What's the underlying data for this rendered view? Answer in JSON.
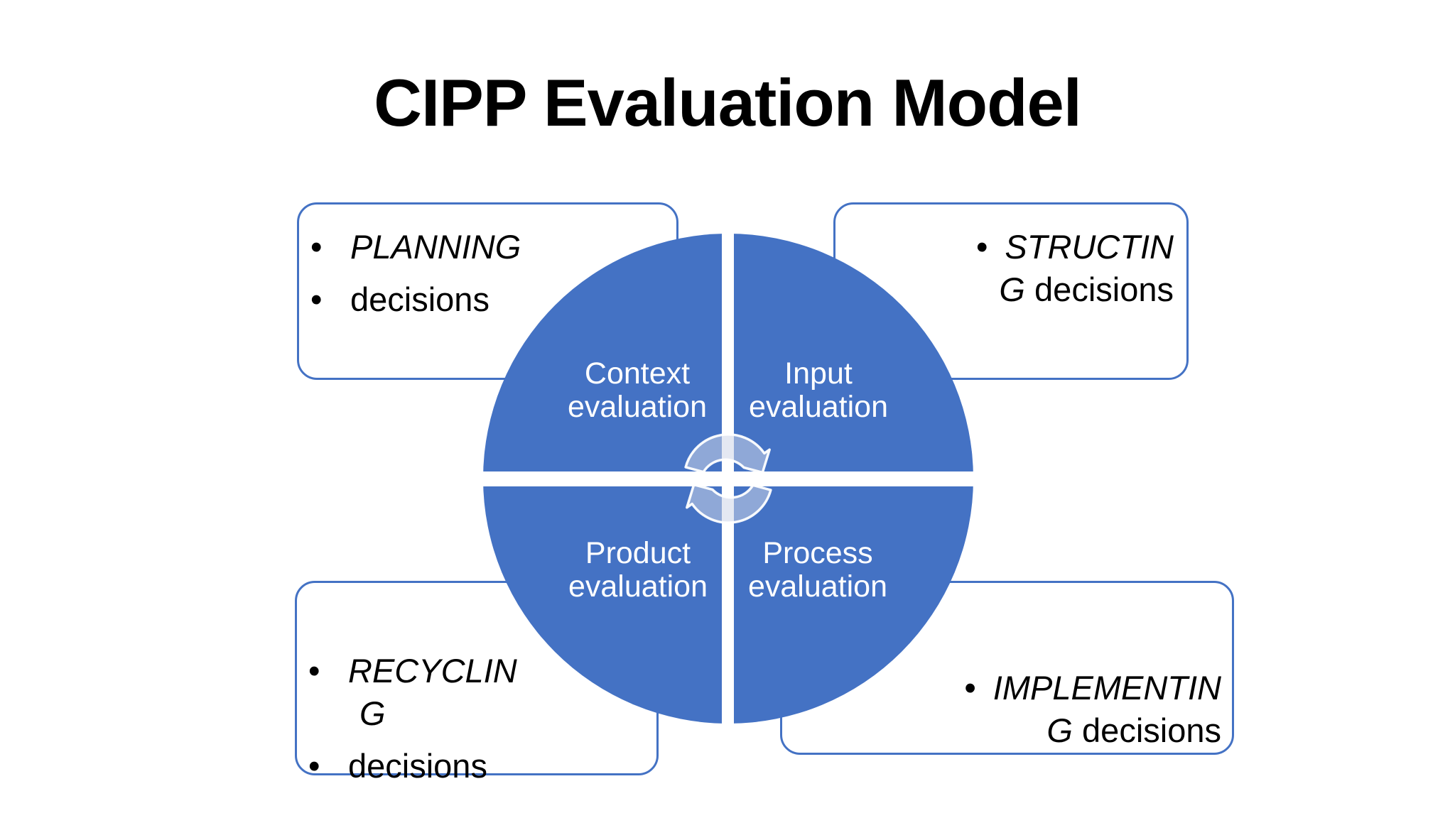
{
  "title": "CIPP Evaluation Model",
  "bullet_glyph": "•",
  "colors": {
    "accent_blue": "#4472C4",
    "callout_border": "#4472C4",
    "quadrant_label_text": "#FFFFFF",
    "title_text": "#000000"
  },
  "circle": {
    "center_icon": "cycle-arrows",
    "quadrants": {
      "top_left": {
        "line1": "Context",
        "line2": "evaluation"
      },
      "top_right": {
        "line1": "Input",
        "line2": "evaluation"
      },
      "bottom_left": {
        "line1": "Product",
        "line2": "evaluation"
      },
      "bottom_right": {
        "line1": "Process",
        "line2": "evaluation"
      }
    }
  },
  "callouts": {
    "top_left": {
      "bullet1_word": "PLANNING",
      "bullet2_word": "decisions"
    },
    "top_right": {
      "bullet1_line1": "STRUCTIN",
      "bullet1_line2_italic": "G",
      "bullet1_line2_rest": "decisions"
    },
    "bottom_left": {
      "bullet1_line1": "RECYCLIN",
      "bullet1_line2": "G",
      "bullet2_word": "decisions"
    },
    "bottom_right": {
      "bullet1_line1": "IMPLEMENTIN",
      "bullet1_line2_italic": "G",
      "bullet1_line2_rest": "decisions"
    }
  }
}
